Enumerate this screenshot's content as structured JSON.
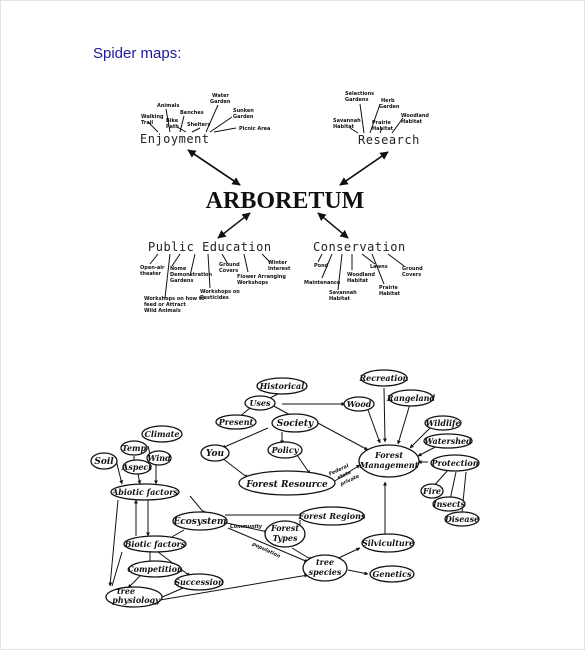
{
  "page_title": "Spider maps:",
  "spider": {
    "hub": "ARBORETUM",
    "branches": {
      "enjoyment": {
        "label": "Enjoyment",
        "items": [
          "Animals",
          "Walking Trail",
          "Benches",
          "Bike Path",
          "Shelters",
          "Water Garden",
          "Sunken Garden",
          "Picnic Area"
        ]
      },
      "research": {
        "label": "Research",
        "items": [
          "Selections Gardens",
          "Herb Garden",
          "Savannah Habitat",
          "Prairie Habitat",
          "Woodland Habitat"
        ]
      },
      "education": {
        "label": "Public Education",
        "items": [
          "Open-air theater",
          "Demonstration Gardens",
          "Ground Covers",
          "Winter Interest",
          "Flower Arranging Workshops",
          "Workshops on Pesticides",
          "Workshops on how to feed or Attract Wild Animals"
        ]
      },
      "conservation": {
        "label": "Conservation",
        "items": [
          "Pond",
          "Maintenance",
          "Woodland Habitat",
          "Savannah Habitat",
          "Lawns",
          "Prairie Habitat",
          "Ground Covers"
        ]
      }
    }
  },
  "concept_map": {
    "nodes": {
      "historical": "Historical",
      "uses": "Uses",
      "present": "Present",
      "society": "Society",
      "wood": "Wood",
      "recreation": "Recreation",
      "rangeland": "Rangeland",
      "wildlife": "Wildlife",
      "watershed": "Watershed",
      "protection": "Protection",
      "fire": "Fire",
      "insects": "Insects",
      "disease": "Disease",
      "forest_management": "Forest Management",
      "you": "You",
      "policy": "Policy",
      "forest_resource": "Forest Resource",
      "forest_regions": "Forest Regions",
      "climate": "Climate",
      "temp": "Temp",
      "wind": "Wind",
      "aspect": "Aspect",
      "soil": "Soil",
      "abiotic": "Abiotic factors",
      "ecosystem": "Ecosystem",
      "biotic": "Biotic factors",
      "competition": "Competition",
      "succession": "Succession",
      "tree_physiology": "tree physiology",
      "forest_types": "Forest Types",
      "tree_species": "tree species",
      "silviculture": "Silviculture",
      "genetics": "Genetics"
    },
    "link_labels": {
      "community": "Community",
      "population": "population",
      "federal_state_private": "Federal state private"
    }
  }
}
